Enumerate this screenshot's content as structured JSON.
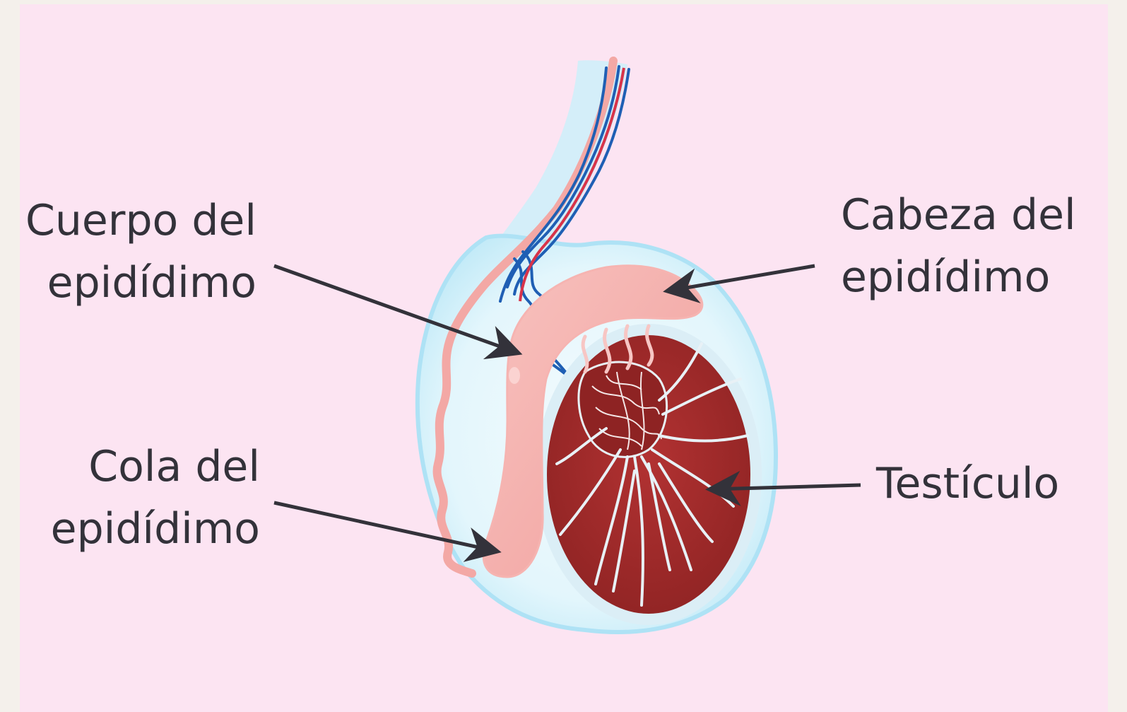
{
  "labels": {
    "cuerpo": {
      "line1": "Cuerpo del",
      "line2": "epidídimo"
    },
    "cola": {
      "line1": "Cola del",
      "line2": "epidídimo"
    },
    "cabeza": {
      "line1": "Cabeza del",
      "line2": "epidídimo"
    },
    "testiculo": {
      "line1": "Testículo"
    }
  },
  "colors": {
    "background": "#fce4f2",
    "tunica": "#d6f1fb",
    "epididymis": "#f4a6a3",
    "testis": "#a52a2a",
    "septa": "#e8f1f6",
    "vein": "#1f5fb4",
    "artery": "#d8344a",
    "arrow": "#33323a"
  }
}
